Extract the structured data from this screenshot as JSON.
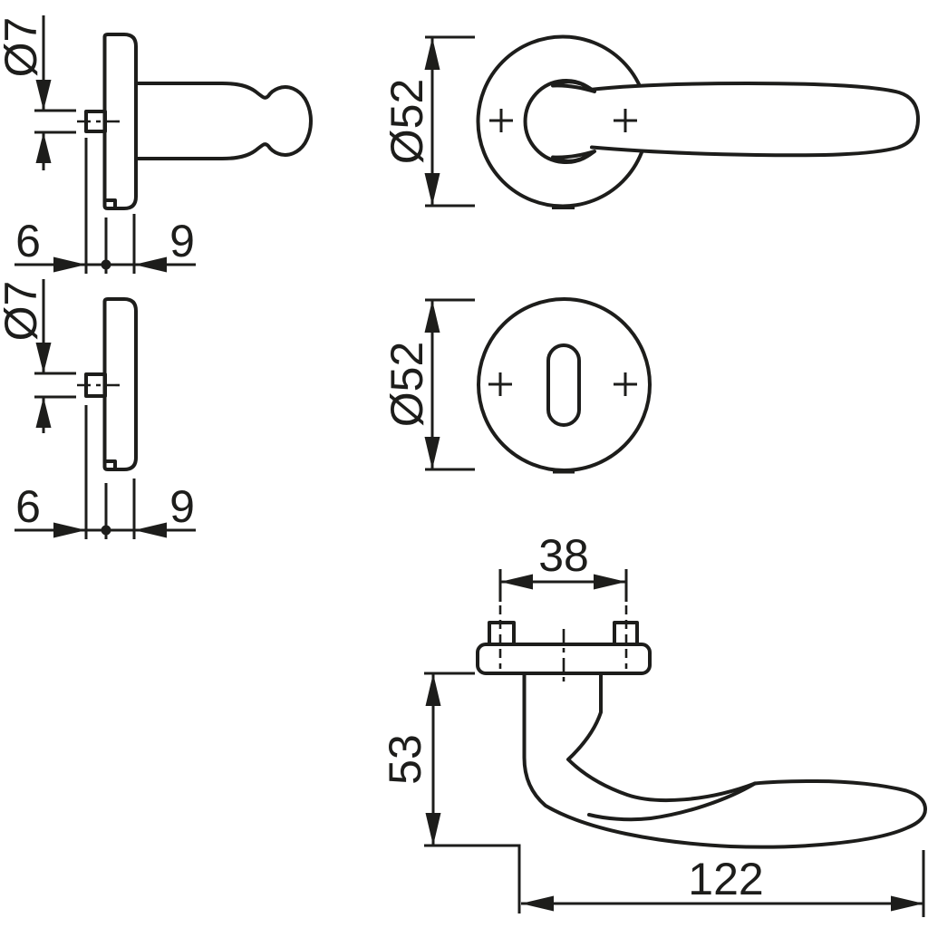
{
  "drawing": {
    "line_color": "#1d1d1b",
    "background": "#ffffff",
    "views": {
      "handle_side": {
        "pin_diameter": "Ø7",
        "setback": "6",
        "rose_depth": "9"
      },
      "handle_front": {
        "rose_diameter": "Ø52"
      },
      "escutcheon_side": {
        "pin_diameter": "Ø7",
        "setback": "6",
        "rose_depth": "9"
      },
      "escutcheon_front": {
        "rose_diameter": "Ø52"
      },
      "handle_top": {
        "screw_spacing": "38",
        "projection": "53",
        "lever_length": "122"
      }
    }
  }
}
